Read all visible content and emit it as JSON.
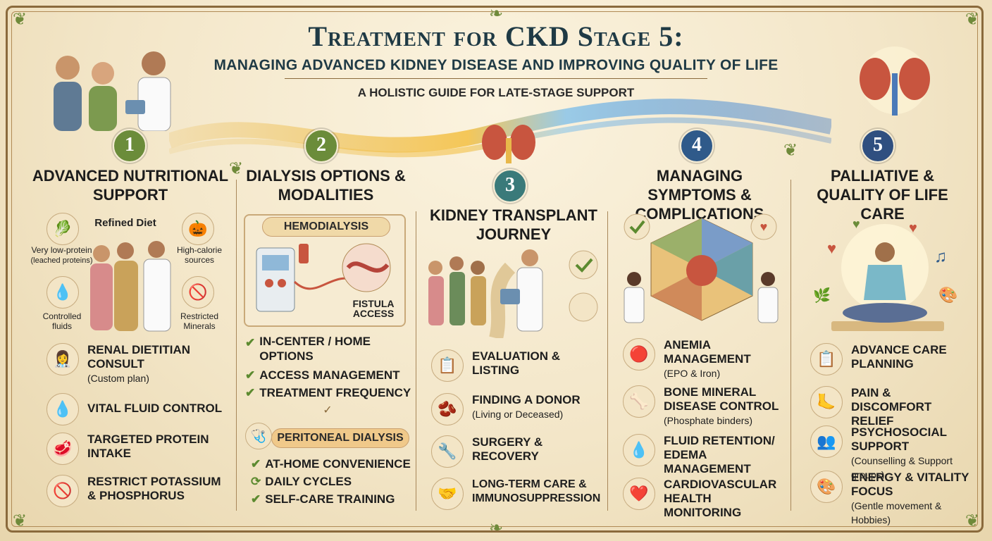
{
  "header": {
    "title": "Treatment for CKD Stage 5:",
    "subtitle": "Managing Advanced Kidney Disease and Improving Quality of Life",
    "tagline": "A Holistic Guide for Late-Stage Support"
  },
  "columns": [
    {
      "number": "1",
      "color": "#6b8c3a",
      "title": "Advanced Nutritional Support",
      "diet": {
        "center_label": "Refined Diet",
        "labels": [
          "Very low-protein",
          "(leached proteins)",
          "High-calorie sources",
          "Controlled fluids",
          "Restricted Minerals"
        ]
      },
      "items": [
        {
          "icon": "dietitian-icon",
          "title": "Renal Dietitian Consult",
          "note": "(Custom plan)"
        },
        {
          "icon": "water-drop-icon",
          "title": "Vital Fluid Control",
          "note": ""
        },
        {
          "icon": "protein-icon",
          "title": "Targeted Protein Intake",
          "note": ""
        },
        {
          "icon": "no-potassium-icon",
          "title": "Restrict Potassium & Phosphorus",
          "note": ""
        }
      ]
    },
    {
      "number": "2",
      "color": "#6b8c3a",
      "title": "Dialysis Options & Modalities",
      "hemo": {
        "label": "Hemodialysis",
        "fistula": "Fistula Access",
        "items": [
          "In-Center / Home Options",
          "Access Management",
          "Treatment Frequency"
        ]
      },
      "pd": {
        "label": "Peritoneal Dialysis",
        "items": [
          "At-Home Convenience",
          "Daily Cycles",
          "Self-Care Training"
        ]
      }
    },
    {
      "number": "3",
      "color": "#3a7a7a",
      "title": "Kidney Transplant Journey",
      "items": [
        {
          "icon": "checklist-icon",
          "title": "Evaluation & Listing",
          "note": ""
        },
        {
          "icon": "kidney-donor-icon",
          "title": "Finding a Donor",
          "note": "(Living or Deceased)"
        },
        {
          "icon": "surgery-tools-icon",
          "title": "Surgery & Recovery",
          "note": ""
        },
        {
          "icon": "handshake-icon",
          "title": "Long-Term Care & Immunosuppression",
          "note": ""
        }
      ]
    },
    {
      "number": "4",
      "color": "#2f5a8a",
      "title": "Managing Symptoms & Complications",
      "items": [
        {
          "icon": "blood-cell-icon",
          "title": "Anemia Management",
          "note": "(EPO & Iron)"
        },
        {
          "icon": "bone-icon",
          "title": "Bone Mineral Disease Control",
          "note": "(Phosphate binders)"
        },
        {
          "icon": "fluid-drop-icon",
          "title": "Fluid Retention/ Edema Management",
          "note": ""
        },
        {
          "icon": "heart-icon",
          "title": "Cardiovascular Health Monitoring",
          "note": ""
        }
      ]
    },
    {
      "number": "5",
      "color": "#2f4f80",
      "title": "Palliative & Quality of Life Care",
      "items": [
        {
          "icon": "clipboard-icon",
          "title": "Advance Care Planning",
          "note": ""
        },
        {
          "icon": "foot-pain-icon",
          "title": "Pain & Discomfort Relief",
          "note": ""
        },
        {
          "icon": "support-group-icon",
          "title": "Psychosocial Support",
          "note": "(Counselling & Support groups)"
        },
        {
          "icon": "palette-icon",
          "title": "Energy & Vitality Focus",
          "note": "(Gentle movement & Hobbies)"
        }
      ]
    }
  ]
}
